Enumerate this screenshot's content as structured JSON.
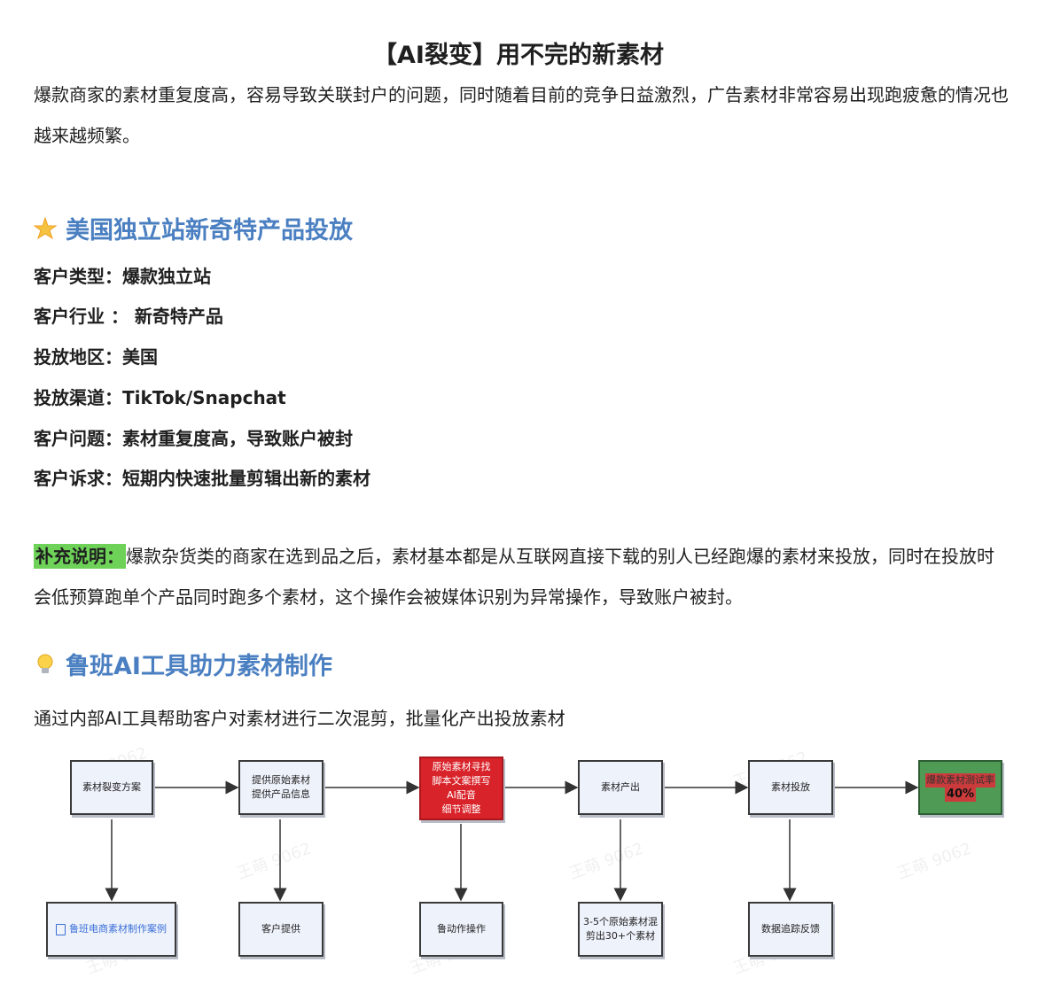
{
  "title": "【AI裂变】用不完的新素材",
  "intro": "爆款商家的素材重复度高，容易导致关联封户的问题，同时随着目前的竞争日益激烈，广告素材非常容易出现跑疲惫的情况也越来越频繁。",
  "section1": {
    "heading": "美国独立站新奇特产品投放",
    "icon": "sparkle-star-icon",
    "lines": [
      "客户类型：爆款独立站",
      "客户行业 ： 新奇特产品",
      "投放地区：美国",
      "投放渠道：TikTok/Snapchat",
      "客户问题：素材重复度高，导致账户被封",
      "客户诉求：短期内快速批量剪辑出新的素材"
    ],
    "note_label": "补充说明：",
    "note_text": "爆款杂货类的商家在选到品之后，素材基本都是从互联网直接下载的别人已经跑爆的素材来投放，同时在投放时会低预算跑单个产品同时跑多个素材，这个操作会被媒体识别为异常操作，导致账户被封。",
    "highlight_color": "#6ed259"
  },
  "section2": {
    "heading": "鲁班AI工具助力素材制作",
    "icon": "lightbulb-icon",
    "desc": "通过内部AI工具帮助客户对素材进行二次混剪，批量化产出投放素材"
  },
  "flow": {
    "top": [
      {
        "lines": [
          "素材裂变方案"
        ]
      },
      {
        "lines": [
          "提供原始素材",
          "提供产品信息"
        ]
      },
      {
        "lines": [
          "原始素材寻找",
          "脚本文案撰写",
          "AI配音",
          "细节调整"
        ]
      },
      {
        "lines": [
          "素材产出"
        ]
      },
      {
        "lines": [
          "素材投放"
        ]
      },
      {
        "lines": [
          "爆款素材测试率",
          "40%"
        ]
      }
    ],
    "bottom": [
      {
        "lines": [
          "鲁班电商素材制作案例"
        ]
      },
      {
        "lines": [
          "客户提供"
        ]
      },
      {
        "lines": [
          "鲁动作操作"
        ]
      },
      {
        "lines": [
          "3-5个原始素材混",
          "剪出30+个素材"
        ]
      },
      {
        "lines": [
          "数据追踪反馈"
        ]
      }
    ],
    "watermark": "王萌 9062",
    "colors": {
      "red_node": "#d9232a",
      "green_node": "#4f9a55",
      "heading": "#4a7fc1"
    }
  }
}
